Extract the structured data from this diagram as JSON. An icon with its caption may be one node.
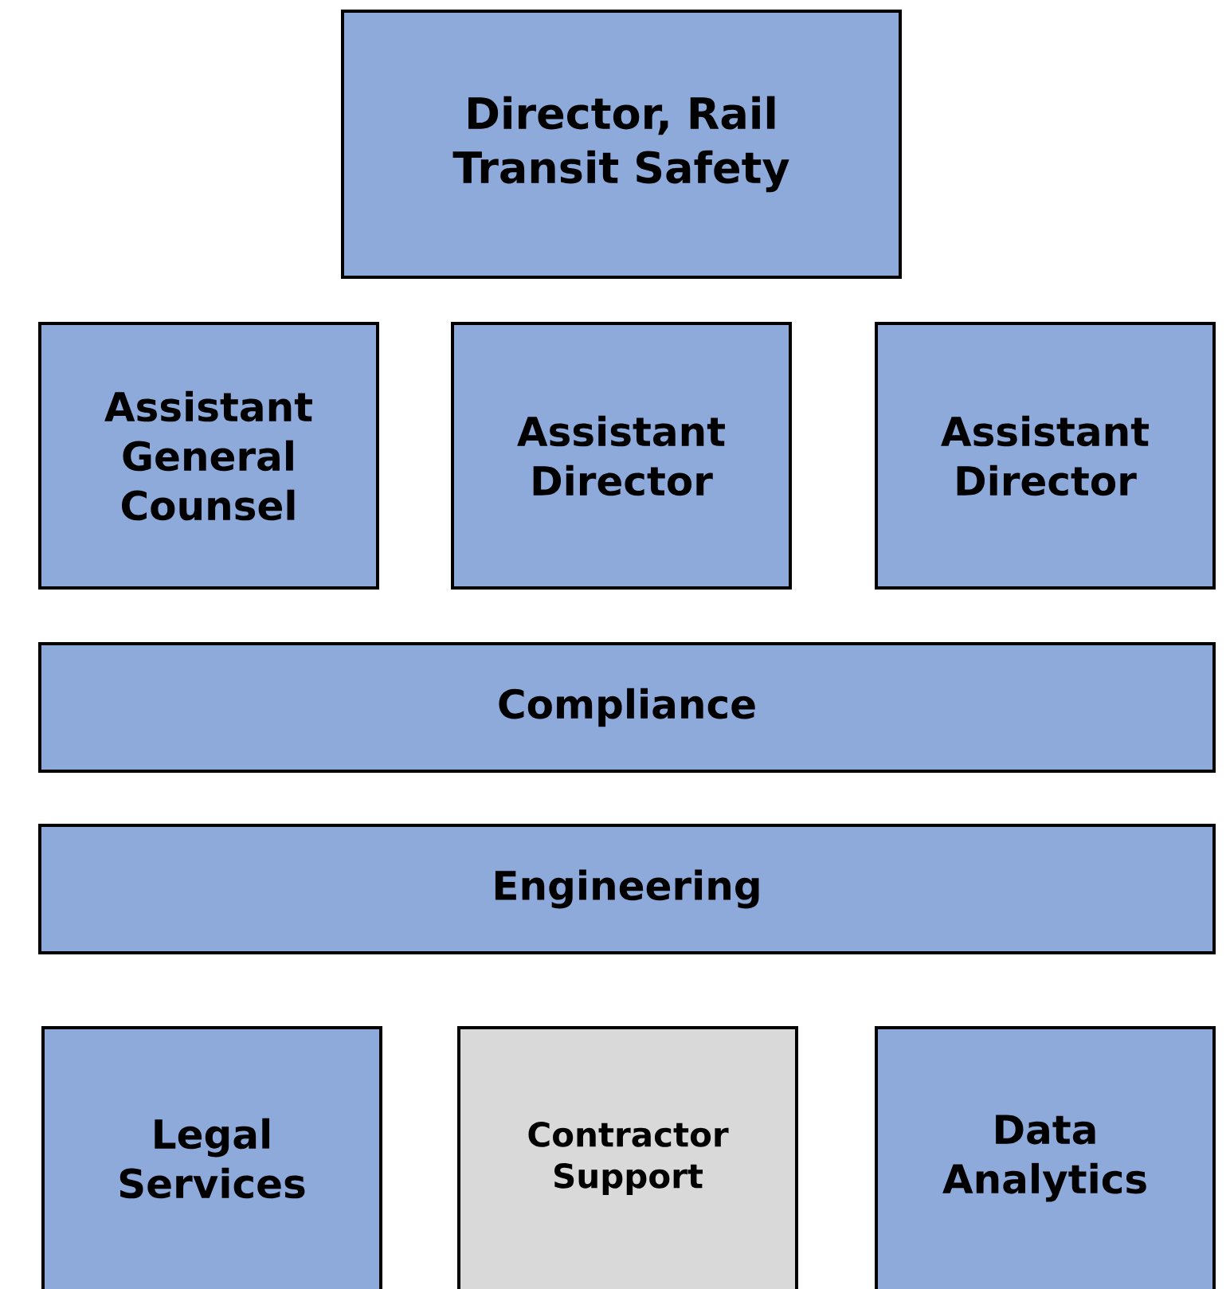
{
  "diagram": {
    "nodes": [
      {
        "text": [
          "Director, Rail Transit Safety"
        ]
      },
      {
        "text": [
          "Assistant General Counsel"
        ]
      },
      {
        "text": [
          "Assistant Director"
        ]
      },
      {
        "text": [
          "Assistant Director"
        ]
      },
      {
        "text": [
          "Compliance"
        ]
      },
      {
        "text": [
          "Engineering"
        ]
      },
      {
        "text": [
          "Legal Services"
        ]
      },
      {
        "text": [
          "Contractor Support"
        ]
      },
      {
        "text": [
          "Data Analytics"
        ]
      }
    ]
  }
}
